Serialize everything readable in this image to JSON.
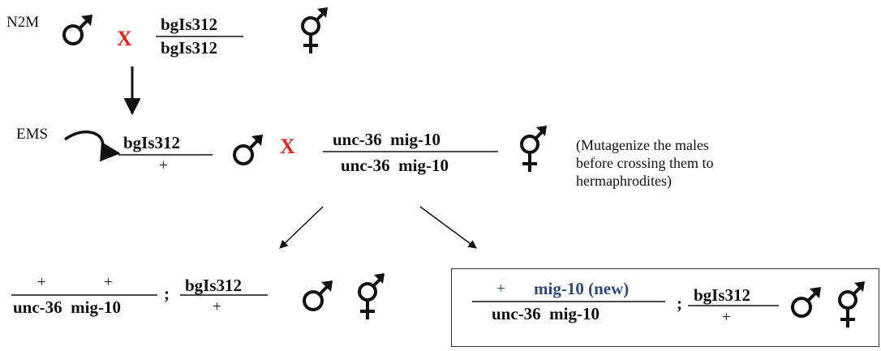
{
  "row1": {
    "strain_label": "N2M",
    "cross": "X",
    "numerator": "bgIs312",
    "denominator": "bgIs312"
  },
  "row2": {
    "mutagen_label": "EMS",
    "left_numerator": "bgIs312",
    "left_denominator": "+",
    "cross": "X",
    "right_numerator": "unc-36  mig-10",
    "right_denominator": "unc-36  mig-10",
    "note": "(Mutagenize the males before crossing them to hermaphrodites)"
  },
  "offspring_left": {
    "numerator_a": "+",
    "numerator_b": "+",
    "denominator": "unc-36  mig-10",
    "separator": ";",
    "second_numerator": "bgIs312",
    "second_denominator": "+"
  },
  "offspring_right": {
    "numerator_a": "+",
    "numerator_b": "mig-10 (new)",
    "denominator": "unc-36  mig-10",
    "separator": ";",
    "second_numerator": "bgIs312",
    "second_denominator": "+"
  },
  "symbols": [
    "male-symbol",
    "hermaphrodite-symbol"
  ]
}
